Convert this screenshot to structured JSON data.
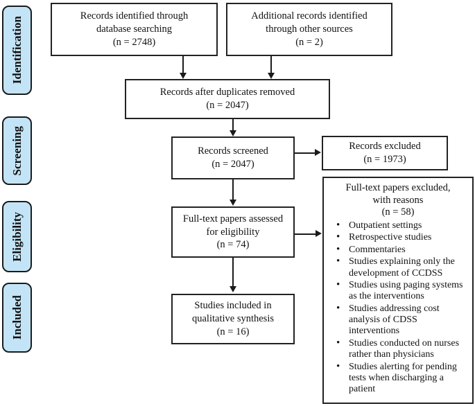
{
  "diagram": {
    "type": "prisma-flow-diagram",
    "colors": {
      "stage_fill": "#c3e4f7",
      "stage_border": "#1b1b1b",
      "box_fill": "#ffffff",
      "box_border": "#222222",
      "connector": "#1b1b1b",
      "text": "#111111"
    }
  },
  "stages": [
    {
      "id": "identification",
      "label": "Identification"
    },
    {
      "id": "screening",
      "label": "Screening"
    },
    {
      "id": "eligibility",
      "label": "Eligibility"
    },
    {
      "id": "included",
      "label": "Included"
    }
  ],
  "boxes": {
    "records_identified": {
      "line1": "Records identified through",
      "line2": "database searching",
      "count": "(n =  2748)",
      "n": 2748
    },
    "additional_records": {
      "line1": "Additional records identified",
      "line2": "through other sources",
      "count": "(n =  2)",
      "n": 2
    },
    "duplicates_removed": {
      "line1": "Records after duplicates removed",
      "count": "(n =  2047)",
      "n": 2047
    },
    "records_screened": {
      "line1": "Records screened",
      "count": "(n =  2047)",
      "n": 2047
    },
    "records_excluded": {
      "line1": "Records excluded",
      "count": "(n =  1973)",
      "n": 1973
    },
    "fulltext_assessed": {
      "line1": "Full-text papers assessed",
      "line2": "for eligibility",
      "count": "(n = 74)",
      "n": 74
    },
    "studies_included": {
      "line1": "Studies included in",
      "line2": "qualitative synthesis",
      "count": "(n = 16)",
      "n": 16
    },
    "fulltext_excluded": {
      "line1": "Full-text papers excluded,",
      "line2": "with reasons",
      "count": "(n = 58)",
      "n": 58,
      "bullet": "•",
      "reasons": [
        "Outpatient settings",
        "Retrospective studies",
        "Commentaries",
        "Studies explaining only the development of CCDSS",
        "Studies using paging systems as the interventions",
        "Studies addressing cost analysis of CDSS interventions",
        "Studies conducted on nurses rather than physicians",
        "Studies alerting for pending tests when discharging a patient"
      ]
    }
  }
}
